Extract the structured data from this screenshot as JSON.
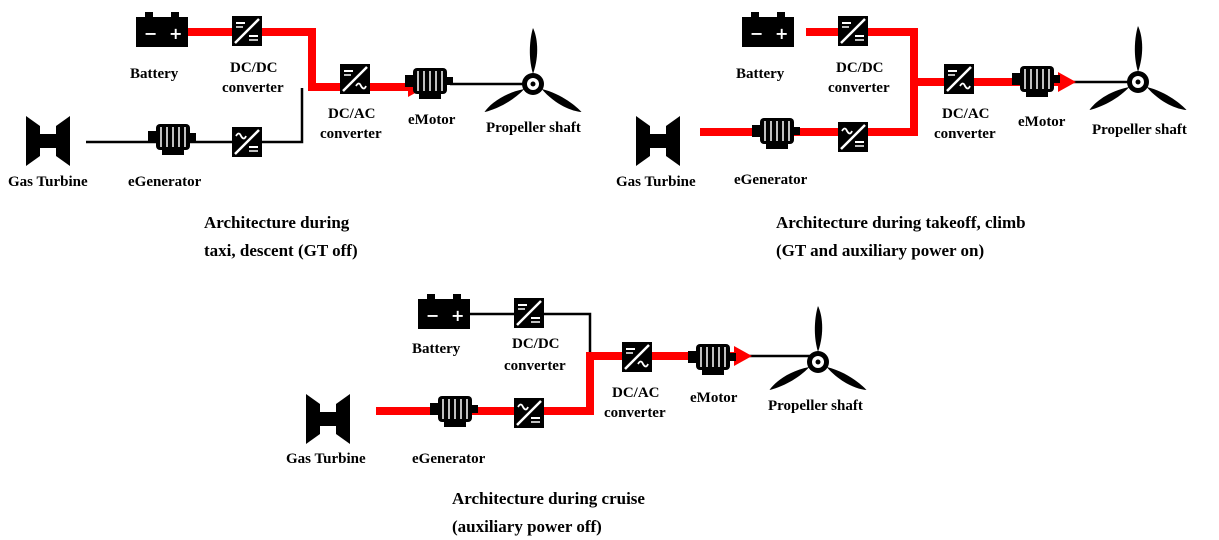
{
  "labels": {
    "battery": "Battery",
    "dcdc_line1": "DC/DC",
    "dcdc_line2": "converter",
    "dcac_line1": "DC/AC",
    "dcac_line2": "converter",
    "emotor": "eMotor",
    "propeller": "Propeller shaft",
    "gas_turbine": "Gas Turbine",
    "egenerator": "eGenerator"
  },
  "captions": {
    "taxi": [
      "Architecture  during",
      "taxi, descent (GT  off)"
    ],
    "takeoff": [
      "Architecture  during  takeoff, climb",
      "(GT and auxiliary  power  on)"
    ],
    "cruise": [
      "Architecture  during  cruise",
      "(auxiliary  power  off)"
    ]
  },
  "colors": {
    "flow": "#ff0000",
    "wire": "#000000",
    "component": "#000000"
  }
}
